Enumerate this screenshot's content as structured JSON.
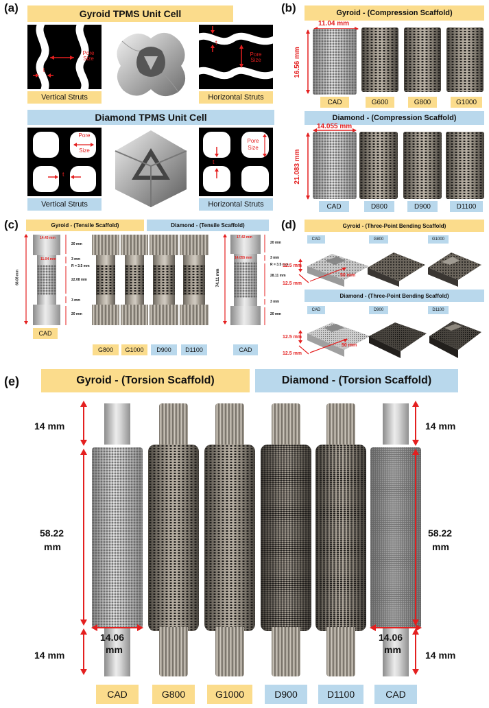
{
  "panels": {
    "a": "(a)",
    "b": "(b)",
    "c": "(c)",
    "d": "(d)",
    "e": "(e)"
  },
  "a": {
    "gyroid_header": "Gyroid TPMS Unit Cell",
    "diamond_header": "Diamond TPMS Unit Cell",
    "pore_size": "Pore Size",
    "pore": "Pore",
    "size": "Size",
    "t": "t",
    "vertical_struts": "Vertical Struts",
    "horizontal_struts": "Horizontal Struts"
  },
  "b": {
    "gyroid_header": "Gyroid - (Compression Scaffold)",
    "diamond_header": "Diamond - (Compression Scaffold)",
    "gyroid_width": "11.04 mm",
    "gyroid_height": "16.56 mm",
    "diamond_width": "14.055 mm",
    "diamond_height": "21.083 mm",
    "gyroid_labels": [
      "CAD",
      "G600",
      "G800",
      "G1000"
    ],
    "diamond_labels": [
      "CAD",
      "D800",
      "D900",
      "D1100"
    ]
  },
  "c": {
    "gyroid_header": "Gyroid - (Tensile Scaffold)",
    "diamond_header": "Diamond - (Tensile Scaffold)",
    "left_dims": {
      "top_width": "14.43 mm",
      "mid_width": "11.04 mm",
      "total": "68.08 mm",
      "d1": "20 mm",
      "d2": "3 mm",
      "radius": "R = 3.5 mm",
      "d3": "22.08 mm",
      "d4": "3 mm",
      "d5": "20 mm"
    },
    "right_dims": {
      "top_width": "17.42 mm",
      "mid_width": "14.055 mm",
      "total": "74.11 mm",
      "d1": "20 mm",
      "d2": "3 mm",
      "radius": "R = 3.5 mm",
      "d3": "28.11 mm",
      "d4": "3 mm",
      "d5": "20 mm"
    },
    "labels": [
      "CAD",
      "G800",
      "G1000",
      "D900",
      "D1100",
      "CAD"
    ]
  },
  "d": {
    "gyroid_header": "Gyroid - (Three-Point Bending Scaffold)",
    "diamond_header": "Diamond - (Three-Point Bending Scaffold)",
    "gyroid_tags": [
      "CAD",
      "G800",
      "G1000"
    ],
    "diamond_tags": [
      "CAD",
      "D900",
      "D1100"
    ],
    "dim_h": "12.5 mm",
    "dim_w": "12.5 mm",
    "dim_l": "50 mm"
  },
  "e": {
    "gyroid_header": "Gyroid - (Torsion Scaffold)",
    "diamond_header": "Diamond - (Torsion Scaffold)",
    "top_len": "14 mm",
    "mid_len_1": "58.22",
    "mid_len_2": "mm",
    "bot_len": "14 mm",
    "width_1": "14.06",
    "width_2": "mm",
    "labels": [
      "CAD",
      "G800",
      "G1000",
      "D900",
      "D1100",
      "CAD"
    ]
  },
  "colors": {
    "gyroid": "#fbdc8c",
    "diamond": "#b9d8ec",
    "dimension": "#e41f1f"
  }
}
